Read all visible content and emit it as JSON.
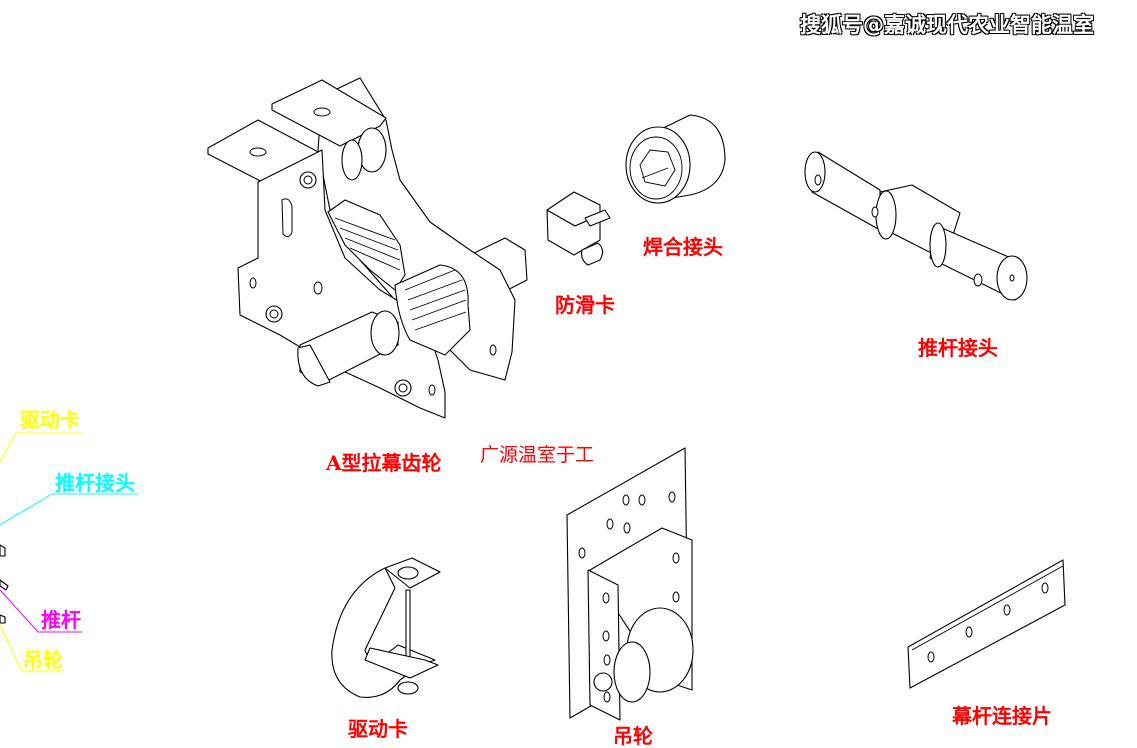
{
  "watermark": "搜狐号@嘉诚现代农业智能温室",
  "credit": "广源温室于工",
  "parts": {
    "gear": {
      "label": "A型拉幕齿轮"
    },
    "anti_slip_clip": {
      "label": "防滑卡"
    },
    "weld_joint": {
      "label": "焊合接头"
    },
    "push_rod_joint": {
      "label": "推杆接头"
    },
    "drive_clamp": {
      "label": "驱动卡"
    },
    "hanging_wheel": {
      "label": "吊轮"
    },
    "curtain_rod_connector": {
      "label": "幕杆连接片"
    }
  },
  "legend": {
    "items": [
      {
        "label": "驱动卡",
        "color": "#ffff00"
      },
      {
        "label": "推杆接头",
        "color": "#00ffff"
      },
      {
        "label": "推杆",
        "color": "#ff00ff"
      },
      {
        "label": "吊轮",
        "color": "#ffff00"
      }
    ]
  }
}
